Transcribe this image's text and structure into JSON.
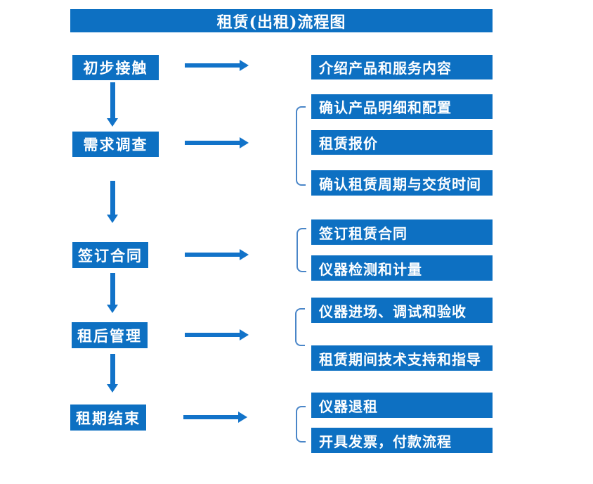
{
  "title": "租赁(出租)流程图",
  "colors": {
    "box_blue": "#0d70c2",
    "arrow_blue": "#1273c9",
    "bracket_blue": "#4a86c8"
  },
  "flow": {
    "steps": [
      {
        "label": "初步接触",
        "outputs": [
          "介绍产品和服务内容"
        ]
      },
      {
        "label": "需求调查",
        "outputs": [
          "确认产品明细和配置",
          "租赁报价",
          "确认租赁周期与交货时间"
        ]
      },
      {
        "label": "签订合同",
        "outputs": [
          "签订租赁合同",
          "仪器检测和计量"
        ]
      },
      {
        "label": "租后管理",
        "outputs": [
          "仪器进场、调试和验收",
          "租赁期间技术支持和指导"
        ]
      },
      {
        "label": "租期结束",
        "outputs": [
          "仪器退租",
          "开具发票，付款流程"
        ]
      }
    ]
  }
}
